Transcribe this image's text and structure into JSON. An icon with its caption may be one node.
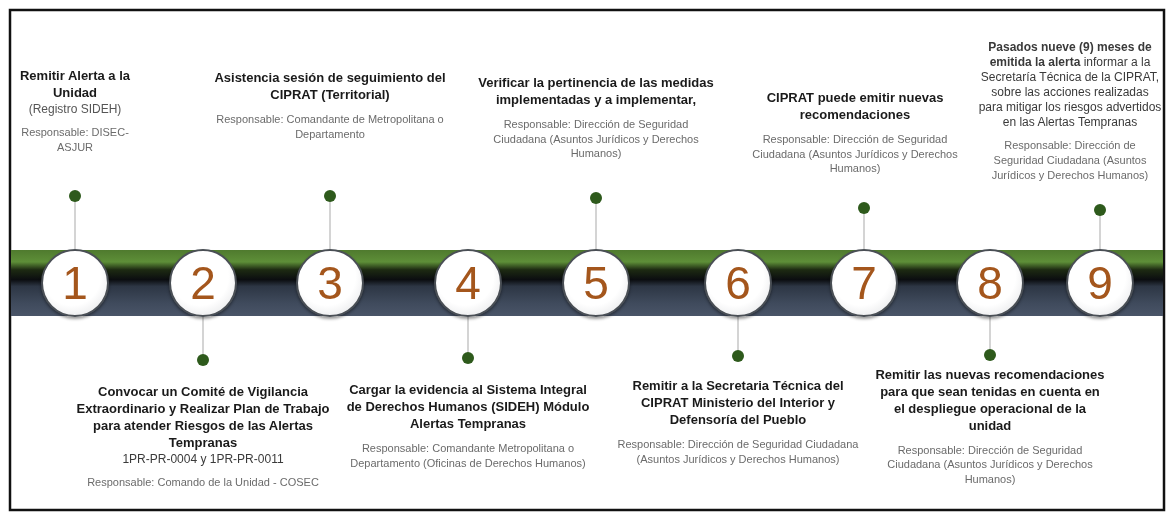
{
  "diagram": {
    "nodes": [
      {
        "text": [
          "1"
        ]
      },
      {
        "text": [
          "2"
        ]
      },
      {
        "text": [
          "3"
        ]
      },
      {
        "text": [
          "4"
        ]
      },
      {
        "text": [
          "5"
        ]
      },
      {
        "text": [
          "6"
        ]
      },
      {
        "text": [
          "7"
        ]
      },
      {
        "text": [
          "8"
        ]
      },
      {
        "text": [
          "9"
        ]
      },
      {
        "text": [
          "Remitir Alerta a la Unidad",
          "(Registro SIDEH)",
          "Responsable: DISEC-ASJUR"
        ]
      },
      {
        "text": [
          "Convocar un Comité de Vigilancia Extraordinario y Realizar Plan de Trabajo para atender Riesgos de las Alertas Tempranas",
          "1PR-PR-0004 y 1PR-PR-0011",
          "Responsable: Comando de la Unidad - COSEC"
        ]
      },
      {
        "text": [
          "Asistencia sesión de seguimiento del CIPRAT (Territorial)",
          "Responsable: Comandante de Metropolitana o Departamento"
        ]
      },
      {
        "text": [
          "Cargar la evidencia al Sistema Integral de Derechos Humanos (SIDEH) Módulo Alertas Tempranas",
          "Responsable: Comandante Metropolitana o Departamento (Oficinas de Derechos Humanos)"
        ]
      },
      {
        "text": [
          "Verificar la pertinencia de las medidas implementadas y a implementar,",
          "Responsable: Dirección de Seguridad Ciudadana (Asuntos Jurídicos y Derechos Humanos)"
        ]
      },
      {
        "text": [
          "Remitir a la Secretaria Técnica del CIPRAT Ministerio del Interior y Defensoría del Pueblo",
          "Responsable: Dirección de Seguridad Ciudadana (Asuntos Jurídicos y Derechos Humanos)"
        ]
      },
      {
        "text": [
          "CIPRAT puede emitir nuevas recomendaciones",
          "Responsable: Dirección de Seguridad Ciudadana (Asuntos Jurídicos y Derechos Humanos)"
        ]
      },
      {
        "text": [
          "Remitir las nuevas recomendaciones para que sean tenidas en cuenta en el despliegue operacional de la unidad",
          "Responsable: Dirección de Seguridad Ciudadana (Asuntos Jurídicos y Derechos Humanos)"
        ]
      },
      {
        "text": [
          "**Pasados nueve (9) meses de emitida la alerta** informar a la Secretaría Técnica de la CIPRAT, sobre las acciones realizadas para mitigar los riesgos advertidos en las Alertas Tempranas",
          "Responsable: Dirección de Seguridad Ciudadana (Asuntos Jurídicos y Derechos Humanos)"
        ]
      }
    ],
    "edges": [
      {
        "from": 9,
        "to": 0,
        "arrow": "other"
      },
      {
        "from": 10,
        "to": 1,
        "arrow": "other"
      },
      {
        "from": 11,
        "to": 2,
        "arrow": "other"
      },
      {
        "from": 12,
        "to": 3,
        "arrow": "other"
      },
      {
        "from": 13,
        "to": 4,
        "arrow": "other"
      },
      {
        "from": 14,
        "to": 5,
        "arrow": "other"
      },
      {
        "from": 15,
        "to": 6,
        "arrow": "other"
      },
      {
        "from": 16,
        "to": 7,
        "arrow": "other"
      },
      {
        "from": 17,
        "to": 8,
        "arrow": "other"
      }
    ]
  }
}
